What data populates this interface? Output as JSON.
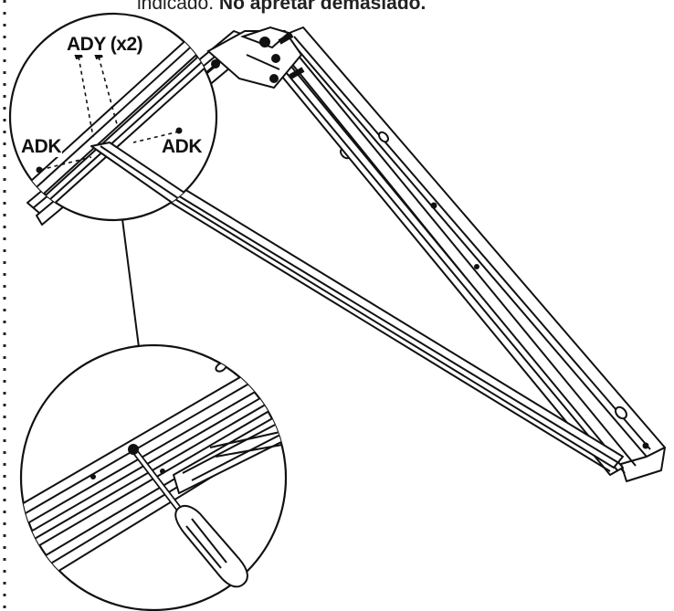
{
  "instruction": {
    "text_normal": "indicado.",
    "text_bold": "No apretar demasiado."
  },
  "callouts": {
    "ady": "ADY (x2)",
    "adk_left": "ADK",
    "adk_right": "ADK"
  },
  "colors": {
    "line": "#111111",
    "background": "#ffffff"
  },
  "icons": {
    "screwdriver": "screwdriver-icon"
  }
}
